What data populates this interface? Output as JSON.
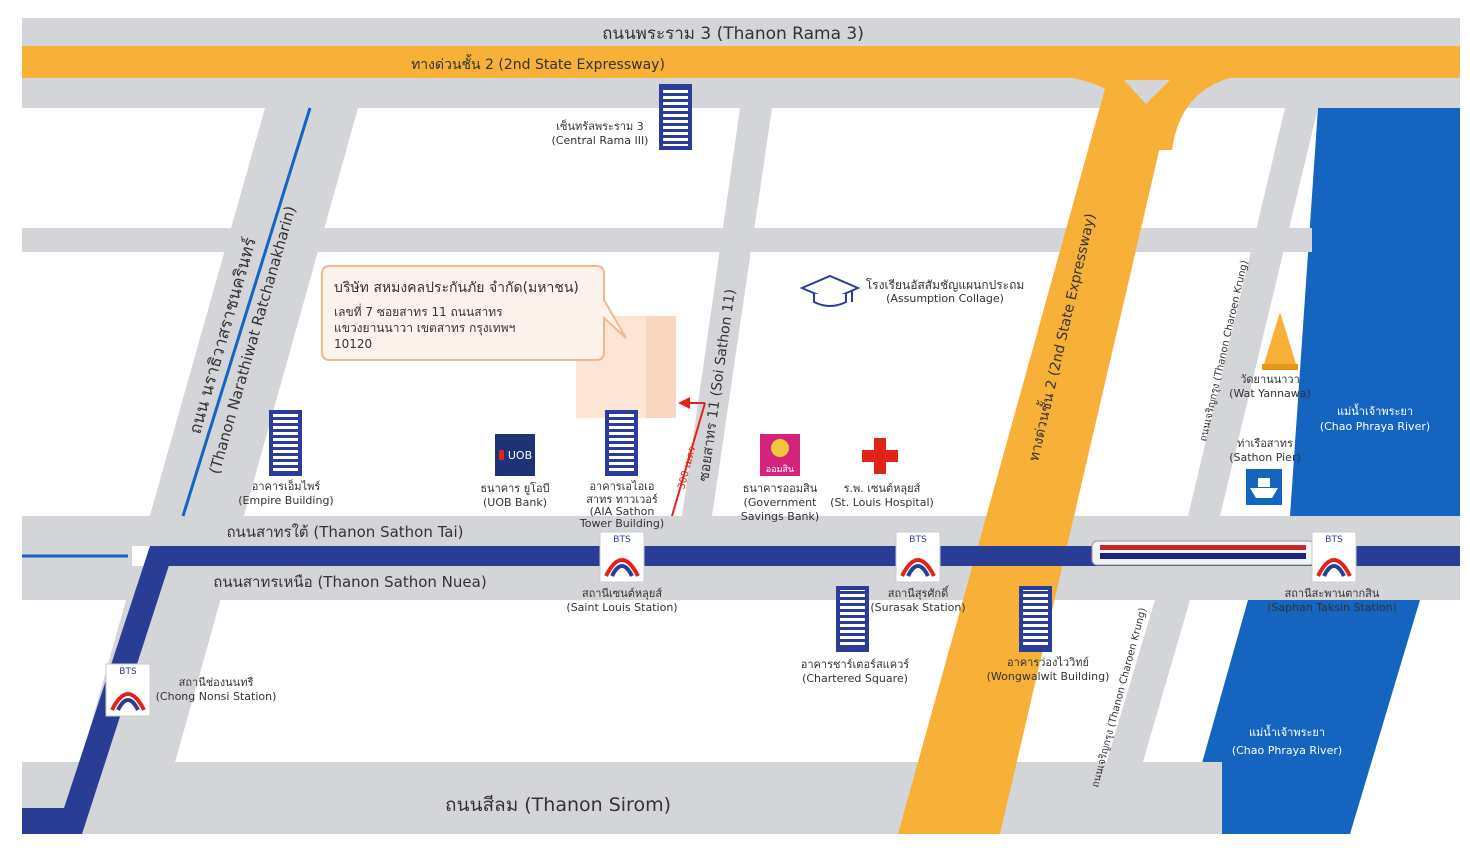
{
  "roads": {
    "rama3": "ถนนพระราม 3 (Thanon Rama 3)",
    "expressway_h": "ทางด่วนชั้น 2 (2nd State Expressway)",
    "expressway_v": "ทางด่วนชั้น 2 (2nd State Expressway)",
    "narathiwat": "ถนน นราธิวาสราชนครินทร์",
    "narathiwat_en": "(Thanon Narathiwat Ratchanakharin)",
    "soi11": "ซอยสาทร 11 (Soi Sathon 11)",
    "sathon_tai": "ถนนสาทรใต้ (Thanon Sathon Tai)",
    "sathon_nuea": "ถนนสาทรเหนือ (Thanon Sathon Nuea)",
    "sirom": "ถนนสีลม (Thanon Sirom)",
    "charoen_krung_1": "ถนนเจริญกรุง (Thanon Charoen Krung)",
    "charoen_krung_2": "ถนนเจริญกรุง (Thanon Charoen Krung)",
    "distance": "300 เมตร"
  },
  "company": {
    "name": "บริษัท สหมงคลประกันภัย จำกัด(มหาชน)",
    "addr1": "เลขที่ 7 ซอยสาทร 11 ถนนสาทร",
    "addr2": "แขวงยานนาวา เขตสาทร กรุงเทพฯ",
    "addr3": "10120"
  },
  "places": {
    "central_th": "เซ็นทรัลพระราม 3",
    "central_en": "(Central Rama III)",
    "assumption_th": "โรงเรียนอัสสัมชัญแผนกประถม",
    "assumption_en": "(Assumption Collage)",
    "empire_th": "อาคารเอ็มไพร์",
    "empire_en": "(Empire Building)",
    "uob_logo": "UOB",
    "uob_th": "ธนาคาร ยูโอบี",
    "uob_en": "(UOB Bank)",
    "aia_th1": "อาคารเอไอเอ",
    "aia_th2": "สาทร ทาวเวอร์",
    "aia_en1": "(AIA Sathon",
    "aia_en2": "Tower Building)",
    "gsb_logo": "ออมสิน",
    "gsb_th": "ธนาคารออมสิน",
    "gsb_en1": "(Government",
    "gsb_en2": "Savings Bank)",
    "stlouis_th": "ร.พ. เซนต์หลุยส์",
    "stlouis_en": "(St. Louis Hospital)",
    "wat_th": "วัดยานนาวา",
    "wat_en": "(Wat Yannawa)",
    "pier_th": "ท่าเรือสาทร",
    "pier_en": "(Sathon Pier)",
    "river1_th": "แม่น้ำเจ้าพระยา",
    "river1_en": "(Chao Phraya River)",
    "river2_th": "แม่น้ำเจ้าพระยา",
    "river2_en": "(Chao Phraya River)",
    "chartered_th": "อาคารชาร์เตอร์สแควร์",
    "chartered_en": "(Chartered Square)",
    "wongwalwit_th": "อาคารว่องไววิทย์",
    "wongwalwit_en": "(Wongwalwit Building)"
  },
  "stations": {
    "bts_logo": "BTS",
    "saintlouis_th": "สถานีเซนต์หลุยส์",
    "saintlouis_en": "(Saint Louis Station)",
    "surasak_th": "สถานีสุรศักดิ์",
    "surasak_en": "(Surasak Station)",
    "taksin_th": "สถานีสะพานตากสิน",
    "taksin_en": "(Saphan Taksin Station)",
    "chongnonsi_th": "สถานีช่องนนทรี",
    "chongnonsi_en": "(Chong Nonsi Station)"
  },
  "colors": {
    "road": "#d4d5d9",
    "expressway": "#f7b038",
    "bts_line": "#2a3d95",
    "river": "#1565c0",
    "building": "#2c3d99",
    "callout_fill": "#fce5d5",
    "callout_stroke": "#f0b892",
    "hospital": "#e2231a",
    "uob": "#1e3276",
    "gsb": "#d4237a"
  }
}
